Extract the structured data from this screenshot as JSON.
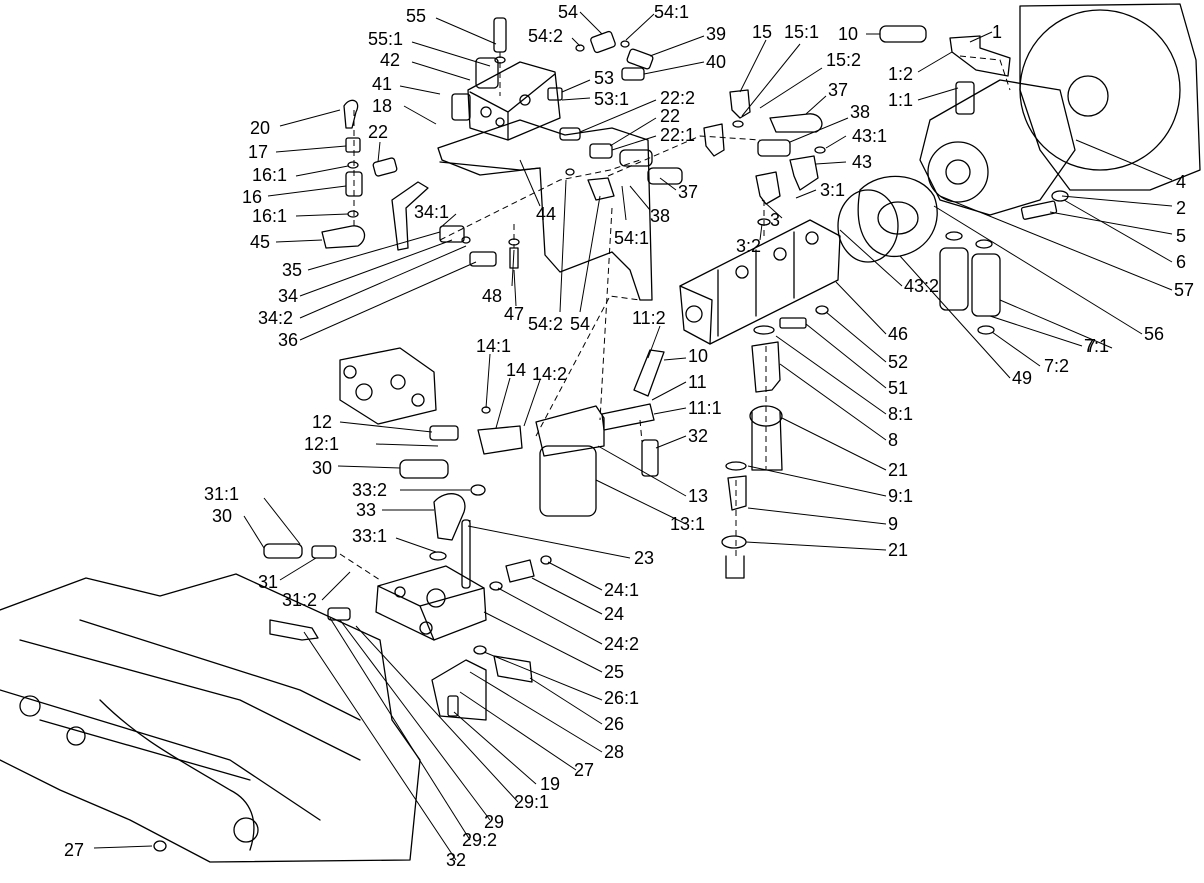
{
  "callouts": [
    {
      "id": "c-55",
      "text": "55"
    },
    {
      "id": "c-55-1",
      "text": "55:1"
    },
    {
      "id": "c-42",
      "text": "42"
    },
    {
      "id": "c-41",
      "text": "41"
    },
    {
      "id": "c-18",
      "text": "18"
    },
    {
      "id": "c-20",
      "text": "20"
    },
    {
      "id": "c-17",
      "text": "17"
    },
    {
      "id": "c-16-1a",
      "text": "16:1"
    },
    {
      "id": "c-16",
      "text": "16"
    },
    {
      "id": "c-16-1b",
      "text": "16:1"
    },
    {
      "id": "c-45",
      "text": "45"
    },
    {
      "id": "c-22a",
      "text": "22"
    },
    {
      "id": "c-54a",
      "text": "54"
    },
    {
      "id": "c-54-2a",
      "text": "54:2"
    },
    {
      "id": "c-54-1a",
      "text": "54:1"
    },
    {
      "id": "c-39",
      "text": "39"
    },
    {
      "id": "c-40",
      "text": "40"
    },
    {
      "id": "c-53",
      "text": "53"
    },
    {
      "id": "c-53-1",
      "text": "53:1"
    },
    {
      "id": "c-22-2",
      "text": "22:2"
    },
    {
      "id": "c-22b",
      "text": "22"
    },
    {
      "id": "c-22-1",
      "text": "22:1"
    },
    {
      "id": "c-37a",
      "text": "37"
    },
    {
      "id": "c-38a",
      "text": "38"
    },
    {
      "id": "c-54-1b",
      "text": "54:1"
    },
    {
      "id": "c-44",
      "text": "44"
    },
    {
      "id": "c-34-1",
      "text": "34:1"
    },
    {
      "id": "c-35",
      "text": "35"
    },
    {
      "id": "c-34",
      "text": "34"
    },
    {
      "id": "c-34-2",
      "text": "34:2"
    },
    {
      "id": "c-36",
      "text": "36"
    },
    {
      "id": "c-48",
      "text": "48"
    },
    {
      "id": "c-47",
      "text": "47"
    },
    {
      "id": "c-54-2b",
      "text": "54:2"
    },
    {
      "id": "c-54b",
      "text": "54"
    },
    {
      "id": "c-15",
      "text": "15"
    },
    {
      "id": "c-15-1",
      "text": "15:1"
    },
    {
      "id": "c-15-2",
      "text": "15:2"
    },
    {
      "id": "c-37b",
      "text": "37"
    },
    {
      "id": "c-38b",
      "text": "38"
    },
    {
      "id": "c-43-1",
      "text": "43:1"
    },
    {
      "id": "c-43a",
      "text": "43"
    },
    {
      "id": "c-3-1",
      "text": "3:1"
    },
    {
      "id": "c-3",
      "text": "3"
    },
    {
      "id": "c-3-2",
      "text": "3:2"
    },
    {
      "id": "c-10a",
      "text": "10"
    },
    {
      "id": "c-1",
      "text": "1"
    },
    {
      "id": "c-1-2",
      "text": "1:2"
    },
    {
      "id": "c-1-1",
      "text": "1:1"
    },
    {
      "id": "c-4",
      "text": "4"
    },
    {
      "id": "c-2",
      "text": "2"
    },
    {
      "id": "c-5",
      "text": "5"
    },
    {
      "id": "c-6",
      "text": "6"
    },
    {
      "id": "c-57",
      "text": "57"
    },
    {
      "id": "c-56",
      "text": "56"
    },
    {
      "id": "c-7-1",
      "text": "7:1"
    },
    {
      "id": "c-7",
      "text": "7"
    },
    {
      "id": "c-7-2",
      "text": "7:2"
    },
    {
      "id": "c-49",
      "text": "49"
    },
    {
      "id": "c-43-2",
      "text": "43:2"
    },
    {
      "id": "c-46",
      "text": "46"
    },
    {
      "id": "c-52",
      "text": "52"
    },
    {
      "id": "c-51",
      "text": "51"
    },
    {
      "id": "c-8-1",
      "text": "8:1"
    },
    {
      "id": "c-8",
      "text": "8"
    },
    {
      "id": "c-21a",
      "text": "21"
    },
    {
      "id": "c-9-1",
      "text": "9:1"
    },
    {
      "id": "c-9",
      "text": "9"
    },
    {
      "id": "c-21b",
      "text": "21"
    },
    {
      "id": "c-11-2",
      "text": "11:2"
    },
    {
      "id": "c-10b",
      "text": "10"
    },
    {
      "id": "c-11",
      "text": "11"
    },
    {
      "id": "c-11-1",
      "text": "11:1"
    },
    {
      "id": "c-32a",
      "text": "32"
    },
    {
      "id": "c-14-1",
      "text": "14:1"
    },
    {
      "id": "c-14",
      "text": "14"
    },
    {
      "id": "c-14-2",
      "text": "14:2"
    },
    {
      "id": "c-13",
      "text": "13"
    },
    {
      "id": "c-13-1",
      "text": "13:1"
    },
    {
      "id": "c-12",
      "text": "12"
    },
    {
      "id": "c-12-1",
      "text": "12:1"
    },
    {
      "id": "c-30a",
      "text": "30"
    },
    {
      "id": "c-33-2",
      "text": "33:2"
    },
    {
      "id": "c-33",
      "text": "33"
    },
    {
      "id": "c-33-1",
      "text": "33:1"
    },
    {
      "id": "c-31-1",
      "text": "31:1"
    },
    {
      "id": "c-30b",
      "text": "30"
    },
    {
      "id": "c-31",
      "text": "31"
    },
    {
      "id": "c-31-2",
      "text": "31:2"
    },
    {
      "id": "c-23",
      "text": "23"
    },
    {
      "id": "c-24-1",
      "text": "24:1"
    },
    {
      "id": "c-24",
      "text": "24"
    },
    {
      "id": "c-24-2",
      "text": "24:2"
    },
    {
      "id": "c-25",
      "text": "25"
    },
    {
      "id": "c-26-1",
      "text": "26:1"
    },
    {
      "id": "c-26",
      "text": "26"
    },
    {
      "id": "c-28",
      "text": "28"
    },
    {
      "id": "c-27a",
      "text": "27"
    },
    {
      "id": "c-19",
      "text": "19"
    },
    {
      "id": "c-29-1",
      "text": "29:1"
    },
    {
      "id": "c-29",
      "text": "29"
    },
    {
      "id": "c-29-2",
      "text": "29:2"
    },
    {
      "id": "c-32b",
      "text": "32"
    },
    {
      "id": "c-27b",
      "text": "27"
    }
  ]
}
